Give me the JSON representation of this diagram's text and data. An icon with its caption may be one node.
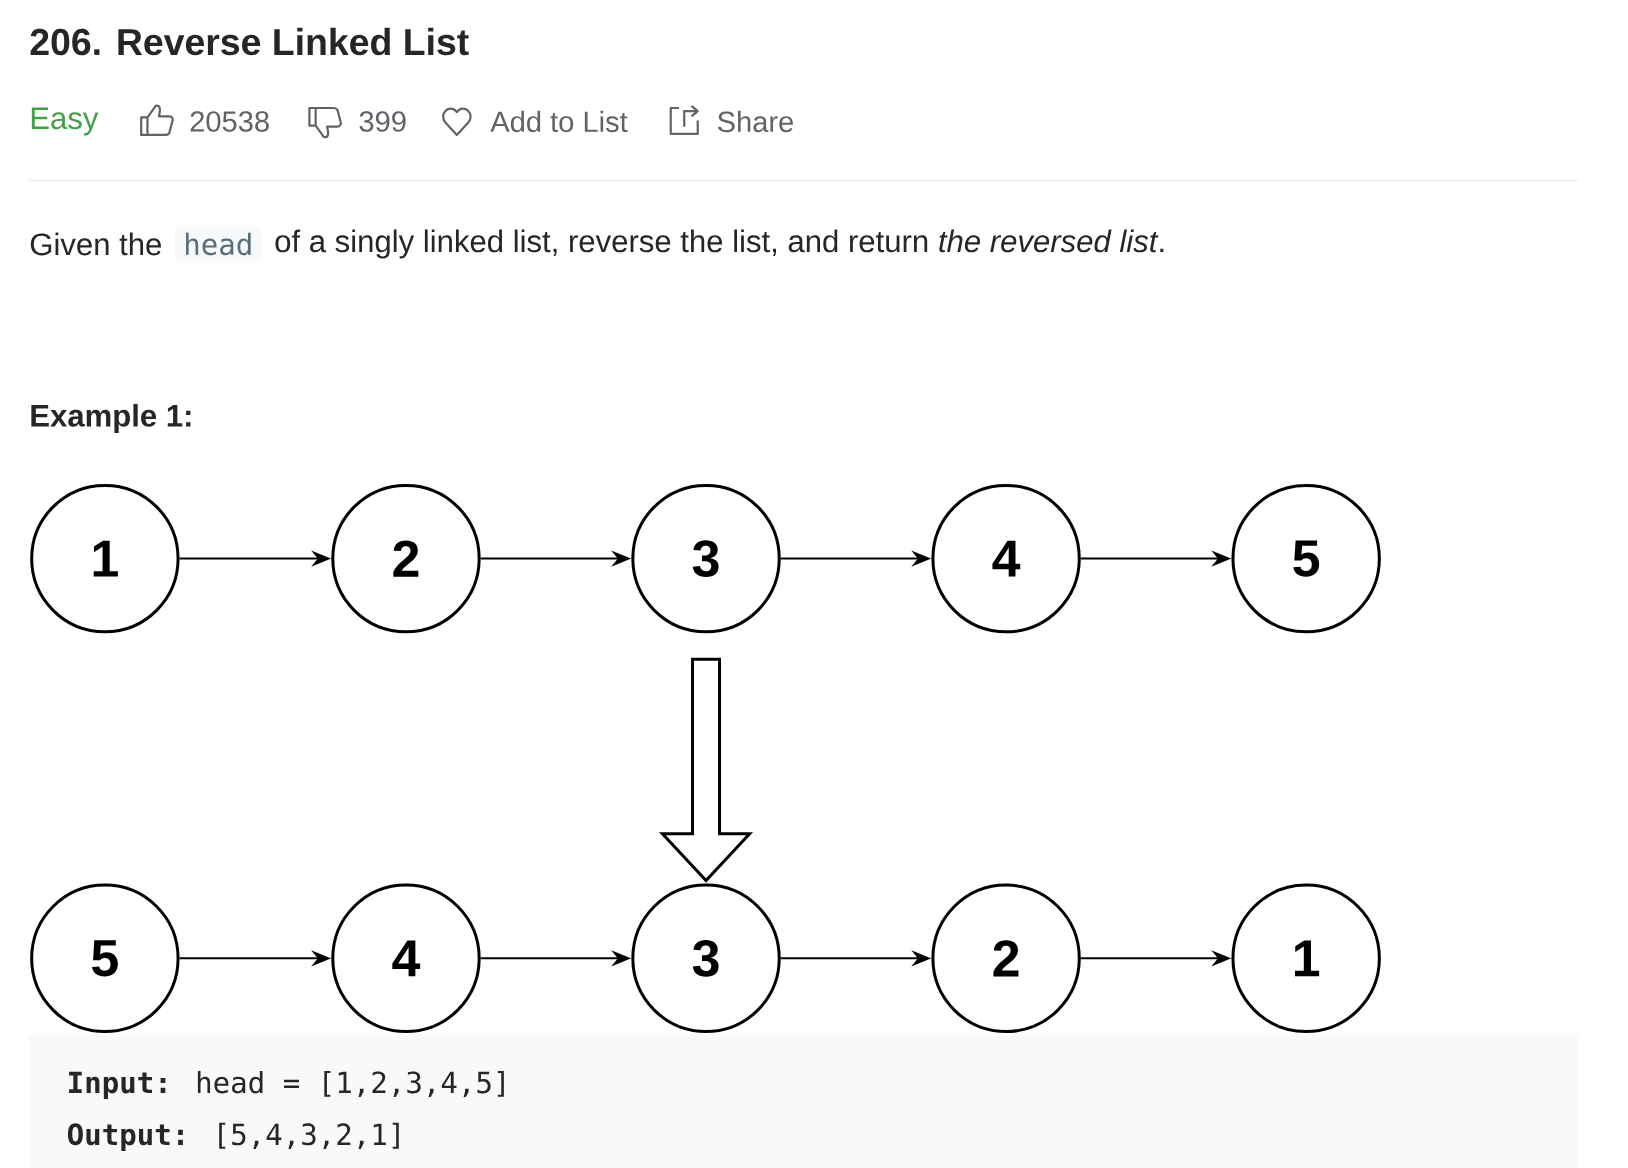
{
  "diagram": {
    "title": "206. Reverse Linked List",
    "nodes": [
      {
        "text": [
          "1"
        ]
      },
      {
        "text": [
          "2"
        ]
      },
      {
        "text": [
          "3"
        ]
      },
      {
        "text": [
          "4"
        ]
      },
      {
        "text": [
          "5"
        ]
      },
      {
        "text": [
          "5"
        ]
      },
      {
        "text": [
          "4"
        ]
      },
      {
        "text": [
          "3"
        ]
      },
      {
        "text": [
          "2"
        ]
      },
      {
        "text": [
          "1"
        ]
      }
    ],
    "edges": [
      {
        "from": 0,
        "to": 1,
        "arrow": "to"
      },
      {
        "from": 1,
        "to": 2,
        "arrow": "to"
      },
      {
        "from": 2,
        "to": 3,
        "arrow": "to"
      },
      {
        "from": 3,
        "to": 4,
        "arrow": "to"
      },
      {
        "from": 2,
        "to": 7,
        "arrow": "to"
      },
      {
        "from": 5,
        "to": 6,
        "arrow": "to"
      },
      {
        "from": 6,
        "to": 7,
        "arrow": "to"
      },
      {
        "from": 7,
        "to": 8,
        "arrow": "to"
      },
      {
        "from": 8,
        "to": 9,
        "arrow": "to"
      }
    ],
    "labels": [
      "Easy",
      "20538",
      "399",
      "Add to List",
      "Share",
      "Given the",
      "head",
      "of a singly linked list, reverse the list, and return *the reversed list*.",
      "Example 1:",
      "**Input:** head = [1,2,3,4,5]",
      "**Output:** [5,4,3,2,1]"
    ]
  }
}
